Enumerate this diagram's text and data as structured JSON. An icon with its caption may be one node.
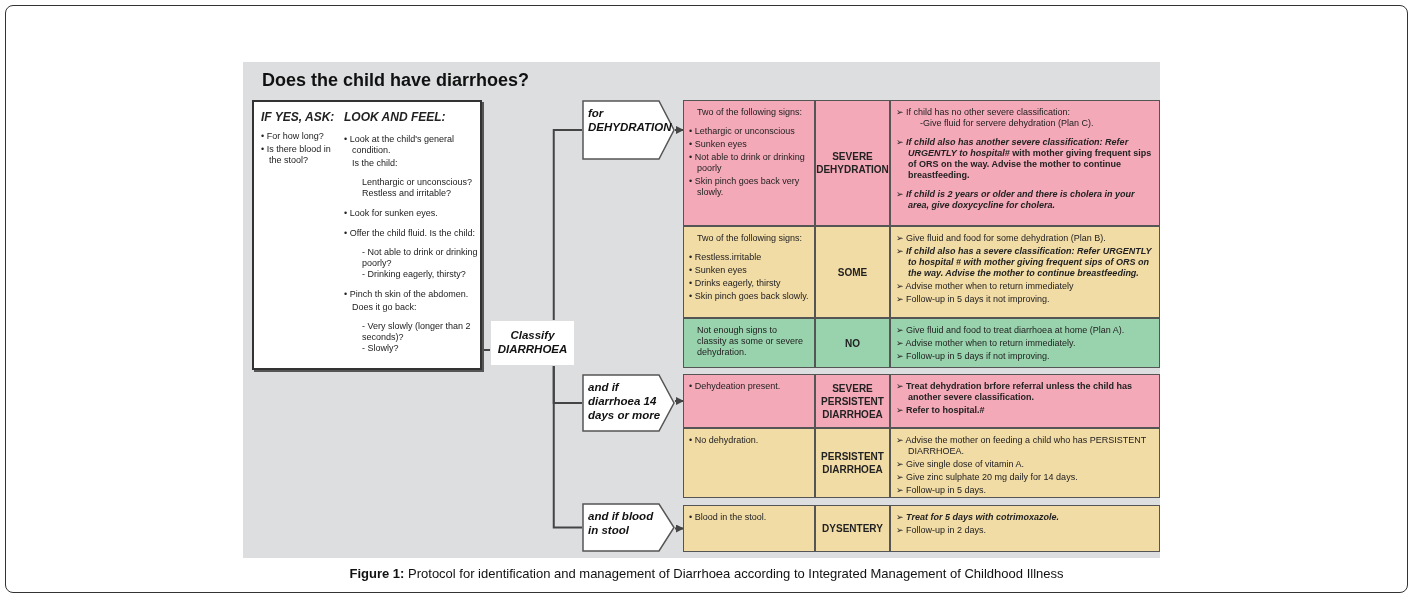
{
  "diagram": {
    "title": "Does the child have diarrhoes?",
    "caption": "**Figure 1:** Protocol for identification and management of Diarrhoea according to Integrated Management of Childhood Illness",
    "nodes": [
      {
        "text": [
          "IF YES, ASK:",
          "• For how long?",
          "• Is there blood in the stool?",
          "LOOK AND FEEL:",
          "• Look at the child's general condition.",
          "Is the child:",
          "Lenthargic or unconscious?",
          "Restless and irritable?",
          "• Look for sunken eyes.",
          "• Offer the child fluid. Is the child:",
          "- Not able to drink or drinking poorly?",
          "- Drinking eagerly, thirsty?",
          "• Pinch th skin of the abdomen.",
          "Does it go back:",
          "- Very slowly (longer than 2 seconds)?",
          "- Slowly?"
        ]
      },
      {
        "text": [
          "Classify DIARRHOEA"
        ]
      },
      {
        "text": [
          "for DEHYDRATION"
        ]
      },
      {
        "text": [
          "and if diarrhoea 14 days or more"
        ]
      },
      {
        "text": [
          "and if blood in stool"
        ]
      },
      {
        "text": [
          "Two of the following signs:",
          "• Lethargic or unconscious",
          "• Sunken eyes",
          "• Not able to drink or drinking poorly",
          "• Skin pinch goes back very slowly."
        ]
      },
      {
        "text": [
          "SEVERE DEHYDRATION"
        ]
      },
      {
        "text": [
          "➢ If child has no other severe classification:",
          "-Give fluid for servere dehydration (Plan C).",
          "➢ *If child also has another severe classification: Refer URGENTLY to hospital#* with mother giving frequent sips of ORS on the way. Advise the mother to continue breastfeeding.",
          "➢ If child is 2 years or older and there is cholera in your area, give doxycycline for cholera."
        ]
      },
      {
        "text": [
          "Two of the following signs:",
          "• Restless.irritable",
          "• Sunken eyes",
          "• Drinks eagerly, thirsty",
          "• Skin pinch goes back slowly."
        ]
      },
      {
        "text": [
          "SOME"
        ]
      },
      {
        "text": [
          "➢ Give fluid and food for some dehydration (Plan B).",
          "➢ If child also has a severe classification: Refer URGENTLY to hospital # with mother giving frequent sips of ORS on the way. Advise the mother to continue breastfeeding.",
          "➢ Advise mother when to return immediately",
          "➢ Follow-up in 5 days it not improving."
        ]
      },
      {
        "text": [
          "Not enough signs to classity as some or severe dehydration."
        ]
      },
      {
        "text": [
          "NO"
        ]
      },
      {
        "text": [
          "➢ Give fluid and food to treat diarrhoea at home (Plan A).",
          "➢ Advise mother when to return immediately.",
          "➢ Follow-up in 5 days if not improving."
        ]
      },
      {
        "text": [
          "• Dehydeation present."
        ]
      },
      {
        "text": [
          "SEVERE PERSISTENT DIARRHOEA"
        ]
      },
      {
        "text": [
          "➢ Treat dehydration brfore referral unless the child has another severe classification.",
          "➢ Refer to hospital.#"
        ]
      },
      {
        "text": [
          "• No dehydration."
        ]
      },
      {
        "text": [
          "PERSISTENT DIARRHOEA"
        ]
      },
      {
        "text": [
          "➢ Advise the mother on feeding a child who has PERSISTENT DIARRHOEA.",
          "➢ Give single dose of vitamin  A.",
          "➢ Give zinc sulphate 20 mg daily for 14 days.",
          "➢ Follow-up in 5 days."
        ]
      },
      {
        "text": [
          "• Blood in the stool."
        ]
      },
      {
        "text": [
          "DYSENTERY"
        ]
      },
      {
        "text": [
          "➢ Treat for 5 days with cotrimoxazole.",
          "➢ Follow-up in 2 days."
        ]
      }
    ],
    "edges": [
      {
        "from": 0,
        "to": 1,
        "arrow": "none"
      },
      {
        "from": 1,
        "to": 2,
        "arrow": "none"
      },
      {
        "from": 1,
        "to": 3,
        "arrow": "none"
      },
      {
        "from": 1,
        "to": 4,
        "arrow": "none"
      },
      {
        "from": 2,
        "to": 5,
        "arrow": "to"
      },
      {
        "from": 3,
        "to": 14,
        "arrow": "to"
      },
      {
        "from": 4,
        "to": 20,
        "arrow": "to"
      }
    ]
  }
}
